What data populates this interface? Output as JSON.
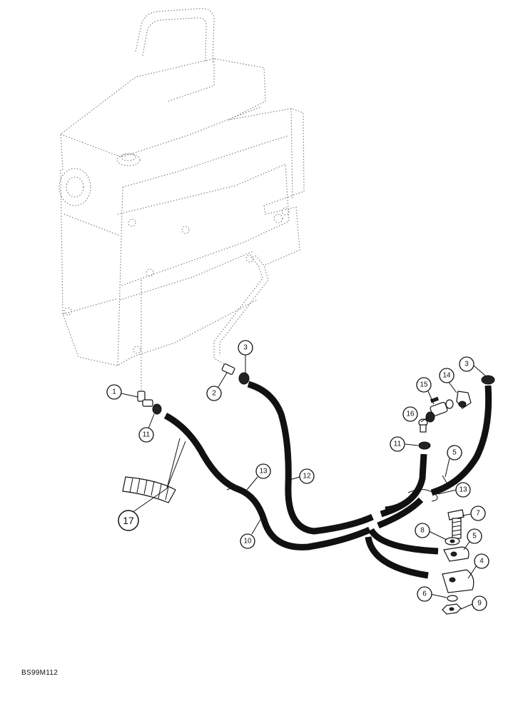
{
  "figure_code": "BS99M112",
  "colors": {
    "line": "#111111",
    "outline": "#777777",
    "background": "#ffffff"
  },
  "callouts": [
    {
      "id": "c1",
      "label": "1",
      "part": "elbow-fitting"
    },
    {
      "id": "c2",
      "label": "2",
      "part": "straight-fitting"
    },
    {
      "id": "c3a",
      "label": "3",
      "part": "hose-clamp"
    },
    {
      "id": "c3b",
      "label": "3",
      "part": "hose-clamp"
    },
    {
      "id": "c4",
      "label": "4",
      "part": "double-clamp"
    },
    {
      "id": "c5a",
      "label": "5",
      "part": "tie-strap"
    },
    {
      "id": "c5b",
      "label": "5",
      "part": "single-clamp"
    },
    {
      "id": "c6",
      "label": "6",
      "part": "lock-washer"
    },
    {
      "id": "c7",
      "label": "7",
      "part": "bolt"
    },
    {
      "id": "c8",
      "label": "8",
      "part": "flat-washer"
    },
    {
      "id": "c9",
      "label": "9",
      "part": "nut"
    },
    {
      "id": "c10",
      "label": "10",
      "part": "hose"
    },
    {
      "id": "c11a",
      "label": "11",
      "part": "hose-clamp"
    },
    {
      "id": "c11b",
      "label": "11",
      "part": "hose-clamp"
    },
    {
      "id": "c12",
      "label": "12",
      "part": "hose"
    },
    {
      "id": "c13a",
      "label": "13",
      "part": "tie-strap"
    },
    {
      "id": "c13b",
      "label": "13",
      "part": "tie-strap"
    },
    {
      "id": "c14",
      "label": "14",
      "part": "elbow-fitting"
    },
    {
      "id": "c15",
      "label": "15",
      "part": "shutoff-valve"
    },
    {
      "id": "c16",
      "label": "16",
      "part": "fitting"
    },
    {
      "id": "c17",
      "label": "17",
      "part": "hose-sleeve"
    }
  ]
}
